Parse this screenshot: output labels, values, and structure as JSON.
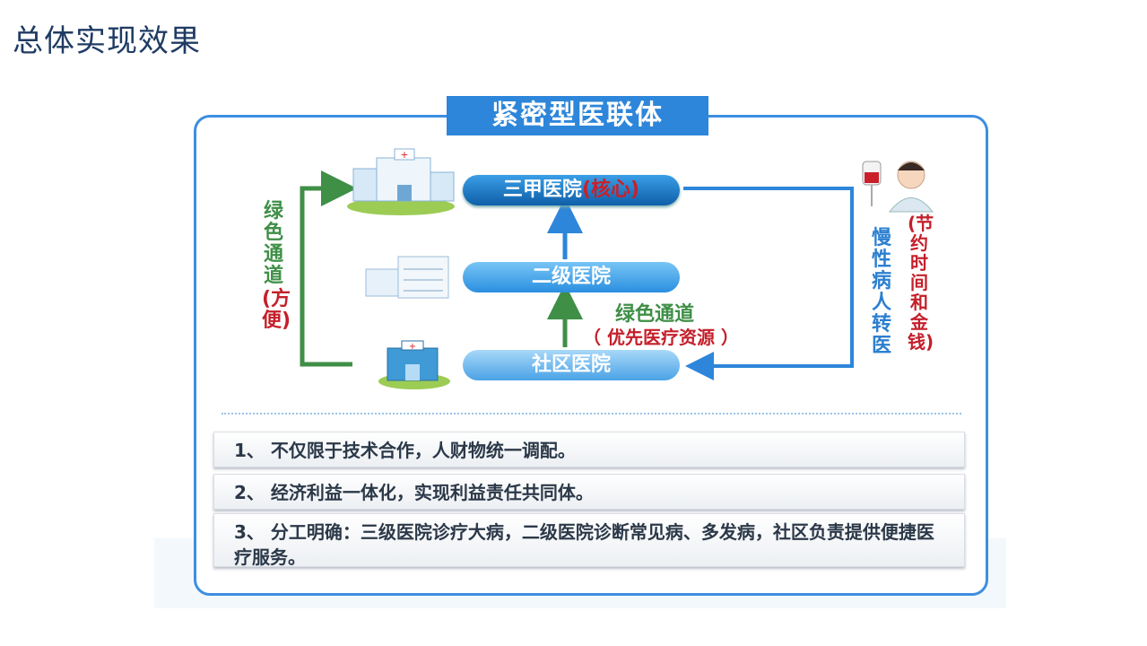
{
  "slide": {
    "title": "总体实现效果"
  },
  "diagram": {
    "panel_title": "紧密型医联体",
    "nodes": {
      "top": {
        "name": "三甲医院",
        "note": "(核心)"
      },
      "mid": {
        "name": "二级医院"
      },
      "bottom": {
        "name": "社区医院"
      }
    },
    "left_channel": {
      "label": "绿色通道",
      "note": "(方便)"
    },
    "middle_channel": {
      "label": "绿色通道",
      "note": "（ 优先医疗资源 ）"
    },
    "right_channel": {
      "label": "慢性病人转医",
      "note": "(节约时间和金钱)"
    },
    "icons": [
      "hospital-large-icon",
      "hospital-medium-icon",
      "clinic-icon",
      "patient-iv-icon"
    ],
    "colors": {
      "green": "#3f8f47",
      "blue": "#2d86da",
      "red": "#c41f2a"
    }
  },
  "points": [
    "1、 不仅限于技术合作，人财物统一调配。",
    "2、 经济利益一体化，实现利益责任共同体。",
    "3、 分工明确：三级医院诊疗大病，二级医院诊断常见病、多发病，社区负责提供便捷医疗服务。"
  ]
}
